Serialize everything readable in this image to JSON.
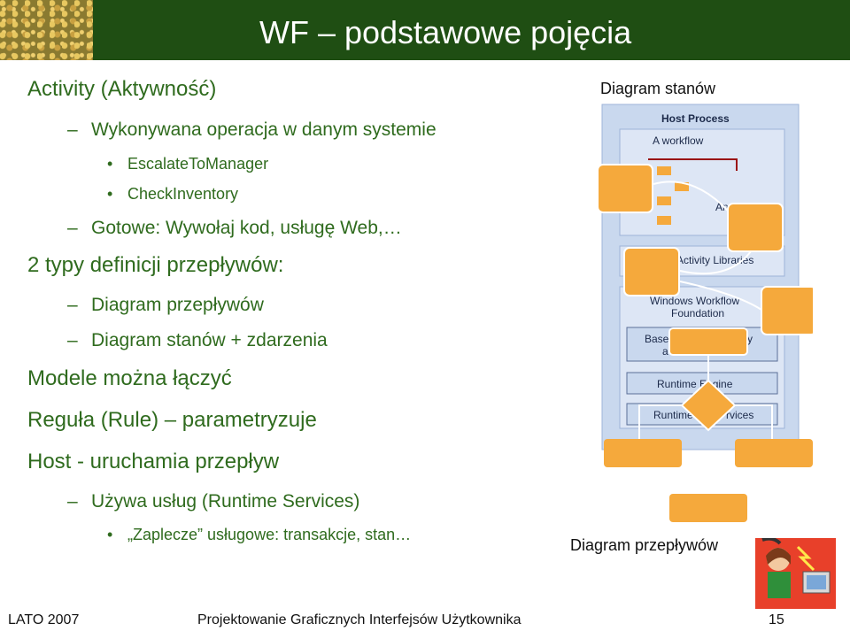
{
  "header": {
    "title": "WF – podstawowe pojęcia"
  },
  "bullets": [
    {
      "level": 1,
      "mark": "",
      "text": "Activity (Aktywność)"
    },
    {
      "level": 2,
      "mark": "–",
      "text": "Wykonywana operacja w danym systemie"
    },
    {
      "level": 3,
      "mark": "•",
      "text": "EscalateToManager"
    },
    {
      "level": 3,
      "mark": "•",
      "text": "CheckInventory"
    },
    {
      "level": 2,
      "mark": "–",
      "text": "Gotowe: Wywołaj kod, usługę Web,…"
    },
    {
      "level": 1,
      "mark": "",
      "text": "2 typy definicji przepływów:"
    },
    {
      "level": 2,
      "mark": "–",
      "text": "Diagram przepływów"
    },
    {
      "level": 2,
      "mark": "–",
      "text": "Diagram stanów + zdarzenia"
    },
    {
      "level": 1,
      "mark": "",
      "text": "Modele można łączyć"
    },
    {
      "level": 1,
      "mark": "",
      "text": "Reguła (Rule) – parametryzuje"
    },
    {
      "level": 1,
      "mark": "",
      "text": "Host - uruchamia przepływ"
    },
    {
      "level": 2,
      "mark": "–",
      "text": "Używa usług (Runtime Services)"
    },
    {
      "level": 3,
      "mark": "•",
      "text": "„Zaplecze” usługowe: transakcje, stan…"
    }
  ],
  "diagram": {
    "caption_top": "Diagram stanów",
    "caption_bottom": "Diagram przepływów",
    "labels": {
      "host_process": "Host Process",
      "a_workflow": "A workflow",
      "an": "An",
      "activity_libraries": "Activity Libraries",
      "wwf": "Windows Workflow",
      "foundation": "Foundation",
      "base": "Base",
      "ry": "ry",
      "a": "a",
      "runtime_engine": "Runtime Engine",
      "runtime": "Runtime",
      "services": "rvices"
    }
  },
  "footer": {
    "left": "LATO 2007",
    "center": "Projektowanie Graficznych Interfejsów Użytkownika",
    "page": "15"
  },
  "colors": {
    "header_bg": "#1f4e13",
    "text_green": "#2f6b1e",
    "orange_box": "#f5a93c",
    "panel_blue": "#c9d8ee",
    "avatar_red": "#e8402a"
  }
}
